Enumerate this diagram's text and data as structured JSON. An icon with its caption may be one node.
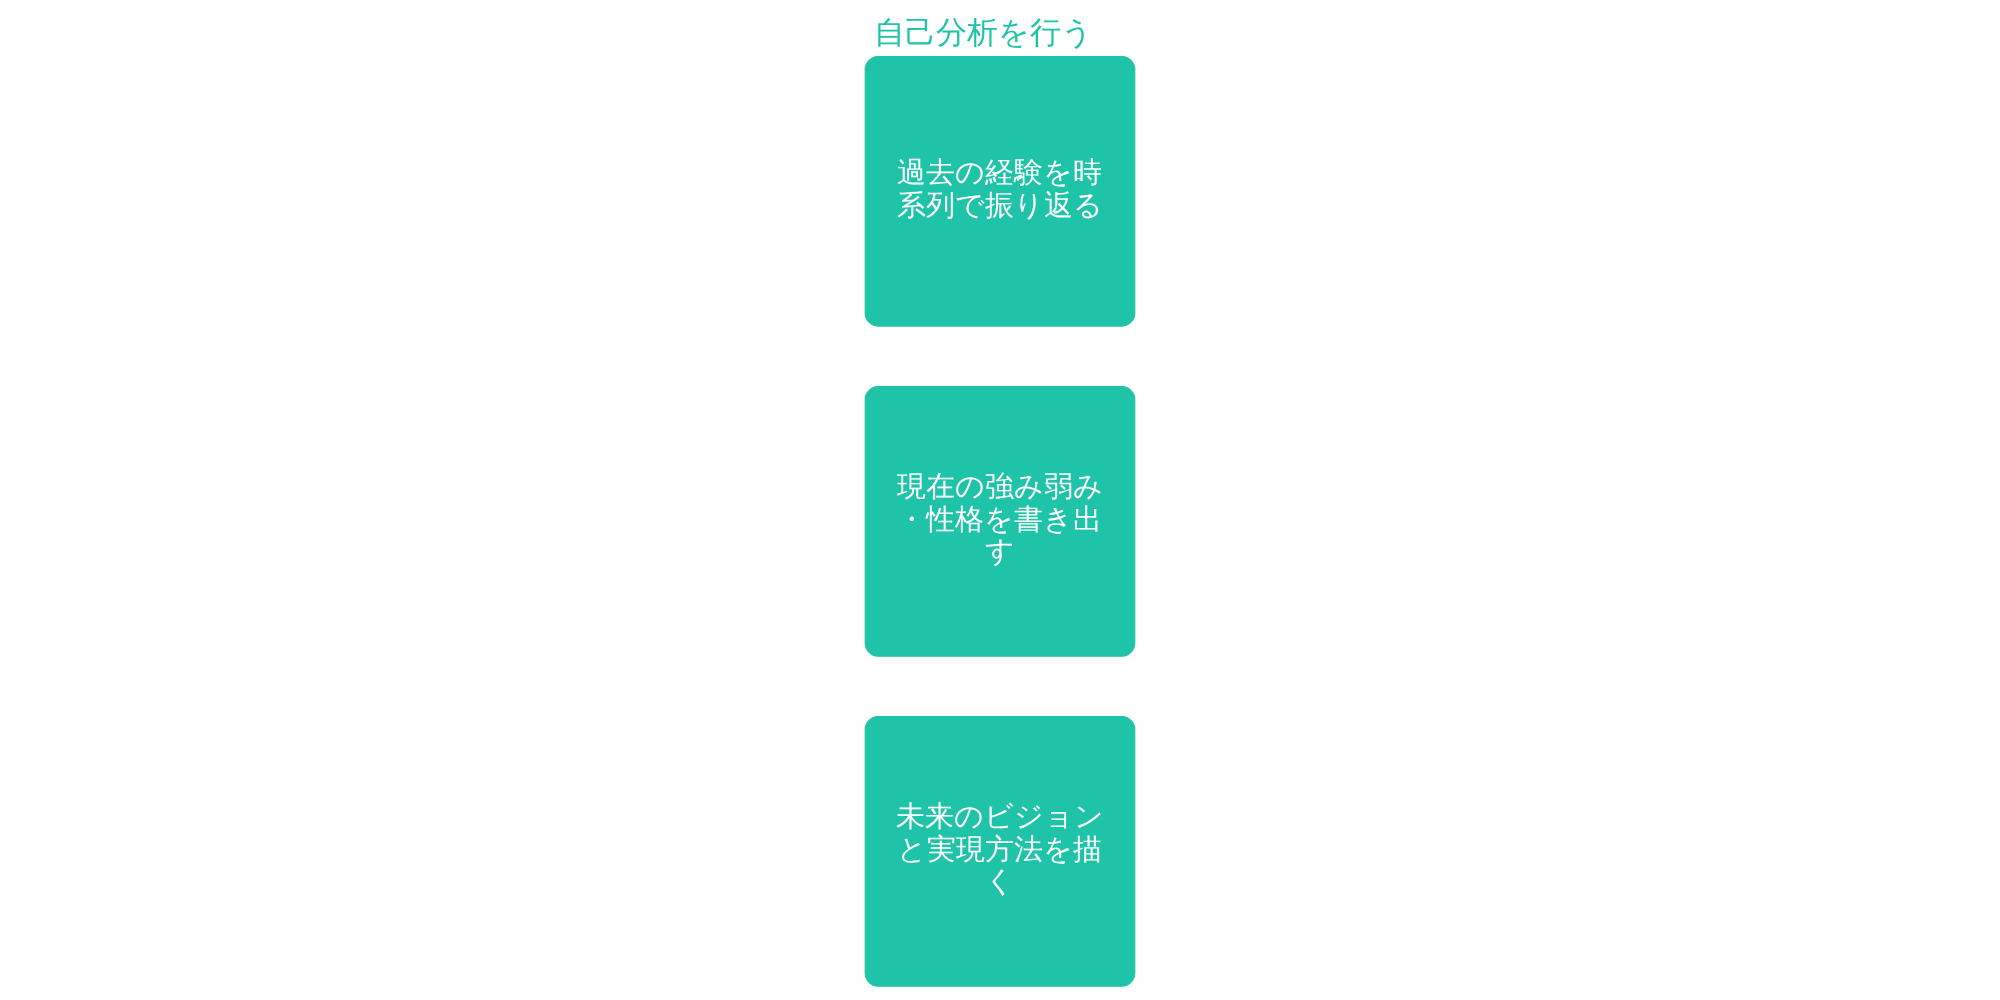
{
  "diagram": {
    "title": "自己分析を行う",
    "nodes": [
      {
        "text": [
          "過去の経験を時系列で振り返る"
        ]
      },
      {
        "text": [
          "現在の強み弱み・性格を書き出す"
        ]
      },
      {
        "text": [
          "未来のビジョンと実現方法を描く"
        ]
      }
    ]
  }
}
